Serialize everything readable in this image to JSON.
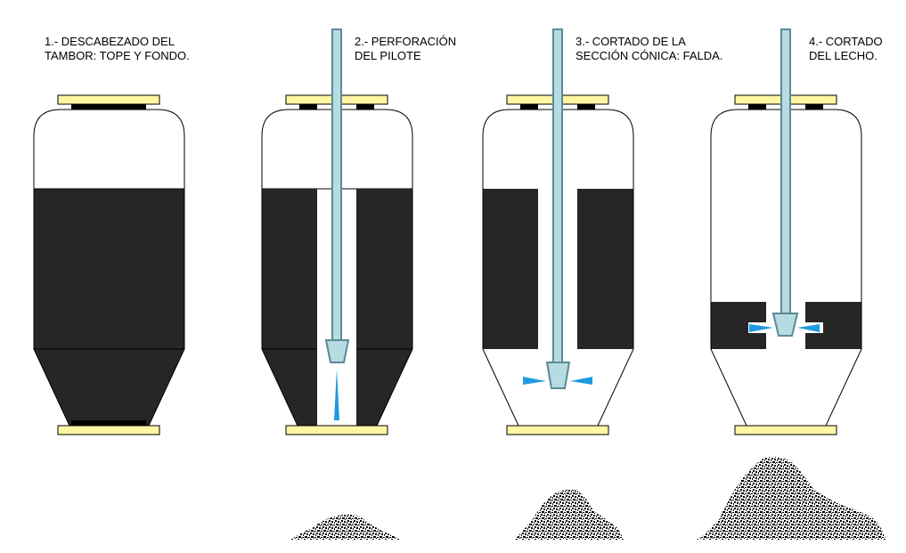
{
  "steps": [
    {
      "line1": "1.- DESCABEZADO  DEL",
      "line2": "TAMBOR: TOPE Y FONDO."
    },
    {
      "line1": "2.- PERFORACIÓN",
      "line2": "DEL PILOTE"
    },
    {
      "line1": "3.- CORTADO  DE LA",
      "line2": "SECCIÓN  CÓNICA:  FALDA."
    },
    {
      "line1": "4.- CORTADO",
      "line2": "DEL LECHO."
    }
  ],
  "colors": {
    "coke": "#262626",
    "flange": "#fff5a3",
    "pipe": "#b6dce2",
    "pipe_edge": "#5b8a96",
    "jet": "#1e9ae0",
    "outline": "#000000"
  },
  "icons": {
    "pipe": "drill-stem-icon",
    "nozzle": "cutting-tool-icon",
    "jet": "water-jet-icon",
    "pile": "coke-pile-icon"
  }
}
